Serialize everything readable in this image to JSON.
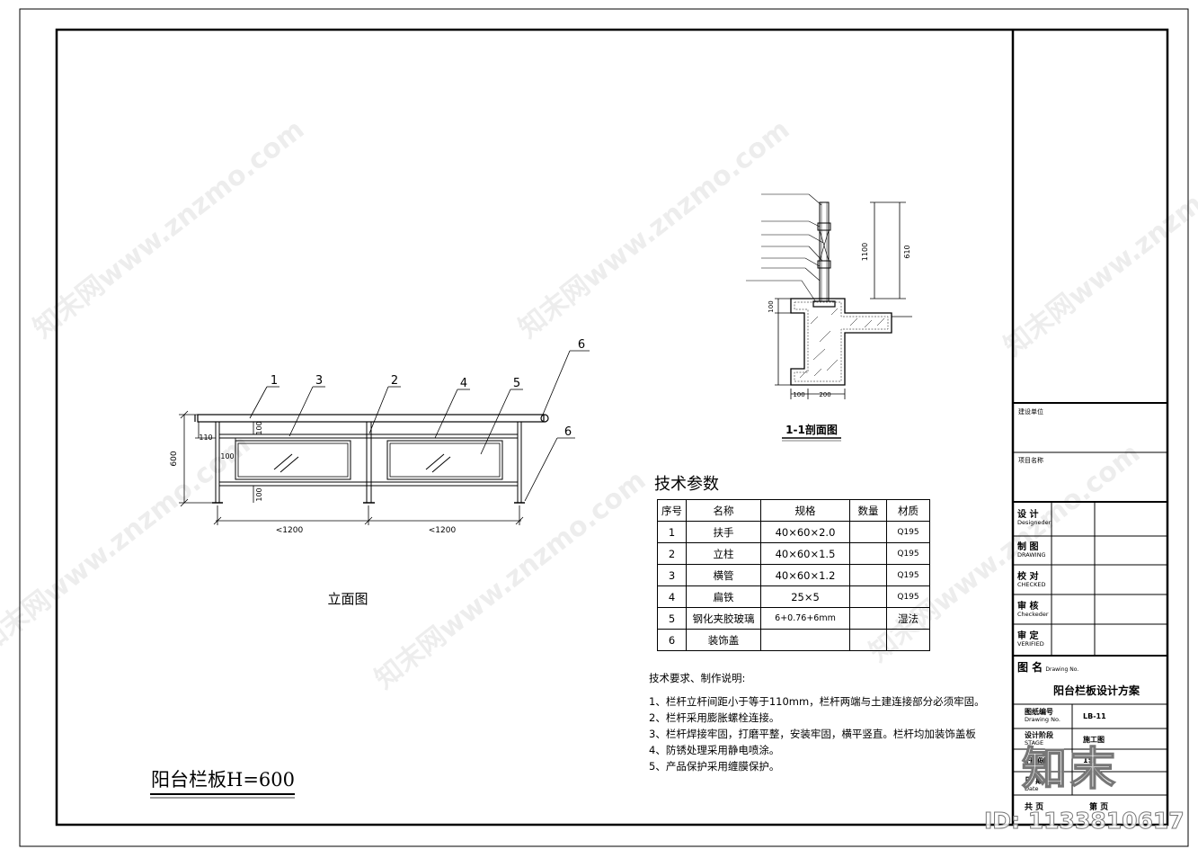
{
  "elevation": {
    "title": "立面图",
    "dim_height": "600",
    "dim_110": "110",
    "dim_100_top": "100",
    "dim_100_mid": "100",
    "dim_100_bot": "100",
    "dim_span1": "<1200",
    "dim_span2": "<1200",
    "labels": [
      "1",
      "3",
      "2",
      "4",
      "5",
      "6",
      "6"
    ]
  },
  "section": {
    "title": "1-1剖面图",
    "dim_1100": "1100",
    "dim_610": "610",
    "dim_100": "100",
    "dim_200": "200",
    "dim_left_100": "100"
  },
  "tech_params": {
    "title": "技术参数",
    "headers": [
      "序号",
      "名称",
      "规格",
      "数量",
      "材质"
    ],
    "rows": [
      [
        "1",
        "扶手",
        "40×60×2.0",
        "",
        "Q195"
      ],
      [
        "2",
        "立柱",
        "40×60×1.5",
        "",
        "Q195"
      ],
      [
        "3",
        "横管",
        "40×60×1.2",
        "",
        "Q195"
      ],
      [
        "4",
        "扁铁",
        "25×5",
        "",
        "Q195"
      ],
      [
        "5",
        "钢化夹胶玻璃",
        "6+0.76+6mm",
        "",
        "湿法"
      ],
      [
        "6",
        "装饰盖",
        "",
        "",
        ""
      ]
    ]
  },
  "notes": {
    "heading": "技术要求、制作说明:",
    "items": [
      "1、栏杆立杆间距小于等于110mm，栏杆两端与土建连接部分必须牢固。",
      "2、栏杆采用膨胀螺栓连接。",
      "3、栏杆焊接牢固，打磨平整，安装牢固，横平竖直。栏杆均加装饰盖板",
      "4、防锈处理采用静电喷涂。",
      "5、产品保护采用缠膜保护。"
    ]
  },
  "drawing_title": "阳台栏板H=600",
  "title_block": {
    "build_unit": "建设单位",
    "project_name": "项目名称",
    "designer": "设 计",
    "designer_en": "Designeder",
    "drawing": "制 图",
    "drawing_en": "DRAWING",
    "checked": "校 对",
    "checked_en": "CHECKED",
    "checker": "审 核",
    "checker_en": "Checkeder",
    "verified": "审 定",
    "verified_en": "VERIFIED",
    "name_label": "图 名",
    "name_label_en": "Drawing No.",
    "name_value": "阳台栏板设计方案",
    "number_label": "图纸编号",
    "number_label_en": "Drawing No.",
    "number_value": "LB-11",
    "stage_label": "设计阶段",
    "stage_label_en": "STAGE",
    "stage_value": "施工图",
    "scale_label": "比 例",
    "scale_value": "1:1",
    "date_label": "日 期",
    "date_label_en": "Date",
    "total_pages": "共 页",
    "page_no": "第 页"
  },
  "watermark": {
    "site": "知末网www.znzmo.com",
    "brand": "知末",
    "id": "ID: 1133810617"
  }
}
